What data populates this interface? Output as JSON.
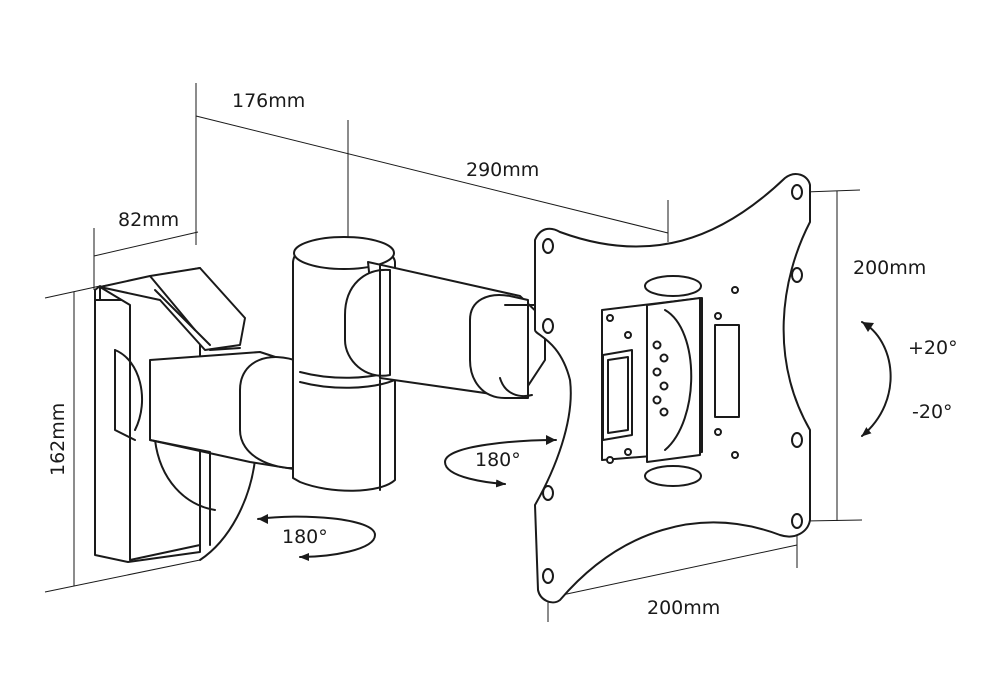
{
  "dimensions": {
    "arm_depth": "176mm",
    "arm_extension": "290mm",
    "wall_plate_width": "82mm",
    "wall_plate_height": "162mm",
    "vesa_vertical": "200mm",
    "vesa_horizontal": "200mm"
  },
  "rotations": {
    "tilt_up": "+20°",
    "tilt_down": "-20°",
    "swivel_arm": "180°",
    "swivel_wall": "180°"
  }
}
